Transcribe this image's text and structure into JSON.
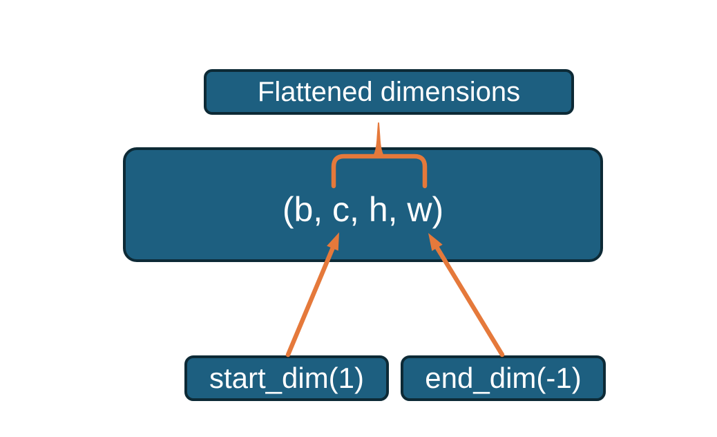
{
  "colors": {
    "background": "#ffffff",
    "node_fill": "#1d5f80",
    "node_border": "#0d2a36",
    "accent": "#e5793b",
    "text": "#ffffff"
  },
  "diagram": {
    "title_box": {
      "label": "Flattened dimensions"
    },
    "tensor_box": {
      "label": "(b, c, h, w)"
    },
    "param_boxes": [
      {
        "label": "start_dim(1)"
      },
      {
        "label": "end_dim(-1)"
      }
    ]
  }
}
